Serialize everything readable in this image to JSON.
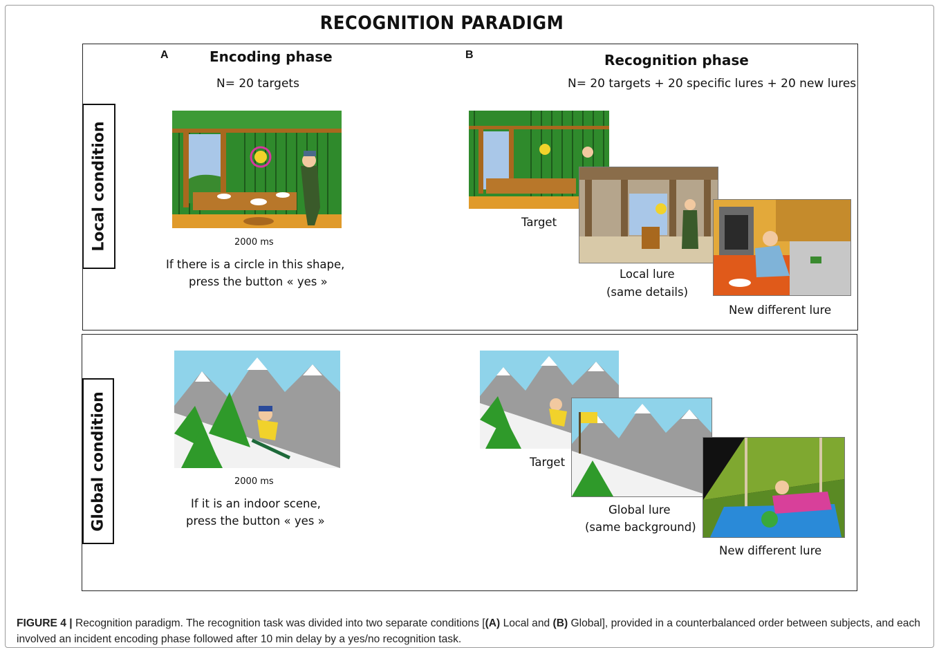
{
  "figure": {
    "title": "RECOGNITION PARADIGM",
    "panel_a": {
      "letter": "A",
      "phase": "Encoding phase",
      "count": "N= 20 targets"
    },
    "panel_b": {
      "letter": "B",
      "phase": "Recognition phase",
      "count": "N= 20 targets + 20 specific lures + 20 new lures"
    },
    "local": {
      "condition_label": "Local condition",
      "duration": "2000 ms",
      "instruction_line1": "If there is a circle in this shape,",
      "instruction_line2": "press the button « yes »",
      "target_label": "Target",
      "lure_label_line1": "Local  lure",
      "lure_label_line2": "(same details)",
      "new_lure_label": "New different lure"
    },
    "global": {
      "condition_label": "Global condition",
      "duration": "2000 ms",
      "instruction_line1": "If it is an indoor scene,",
      "instruction_line2": "press the button « yes »",
      "target_label": "Target",
      "lure_label_line1": "Global lure",
      "lure_label_line2": "(same background)",
      "new_lure_label": "New different lure"
    }
  },
  "caption": {
    "label": "FIGURE 4 |",
    "text1": " Recognition paradigm. The recognition task was divided into two separate conditions [",
    "a": "(A)",
    "text2": " Local and ",
    "b": "(B)",
    "text3": " Global], provided in a counterbalanced order between subjects, and each involved an incident encoding phase followed after 10 min delay by a yes/no recognition task."
  },
  "colors": {
    "cabin_green": "#2f8a2c",
    "wood": "#a8681e",
    "sky": "#8fd3ea",
    "mountain": "#9c9c9c",
    "tent": "#7fa830"
  }
}
